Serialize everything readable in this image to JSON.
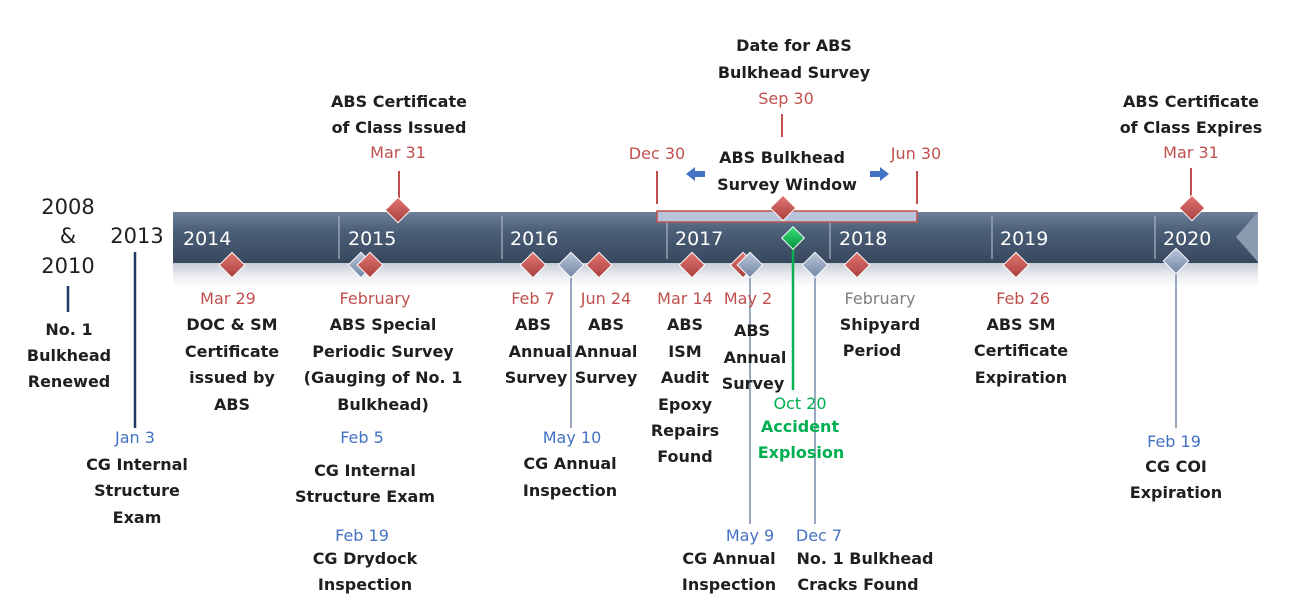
{
  "colors": {
    "abs": "#c0504d",
    "cg": "#4472c4",
    "accident": "#00b050",
    "gray": "#7f7f7f",
    "dark": "#1f1f1f",
    "band": "#4a5e78",
    "arrow": "#4472c4",
    "navy": "#1f3864"
  },
  "left_years": {
    "line1": "2008",
    "line2": "&",
    "line3": "2010",
    "y2013": "2013"
  },
  "years": [
    "2014",
    "2015",
    "2016",
    "2017",
    "2018",
    "2019",
    "2020"
  ],
  "window": {
    "title_line1": "Date for ABS",
    "title_line2": "Bulkhead Survey",
    "date": "Sep 30",
    "start": "Dec 30",
    "end": "Jun 30",
    "label_line1": "ABS Bulkhead",
    "label_line2": "Survey Window"
  },
  "above_events": [
    {
      "date": "Mar 31",
      "lines": [
        "ABS Certificate",
        "of Class Issued"
      ]
    },
    {
      "date": "Mar 31",
      "lines": [
        "ABS Certificate",
        "of Class Expires"
      ]
    }
  ],
  "left_event": {
    "lines": [
      "No. 1",
      "Bulkhead",
      "Renewed"
    ]
  },
  "below_events": [
    {
      "date": "Mar 29",
      "dateColor": "abs",
      "lines": [
        "DOC & SM",
        "Certificate",
        "issued by",
        "ABS"
      ]
    },
    {
      "date": "February",
      "dateColor": "abs",
      "lines": [
        "ABS Special",
        "Periodic Survey",
        "(Gauging of No. 1",
        "Bulkhead)"
      ]
    },
    {
      "date": "Feb 7",
      "dateColor": "abs",
      "lines": [
        "ABS",
        "Annual",
        "Survey"
      ]
    },
    {
      "date": "Jun 24",
      "dateColor": "abs",
      "lines": [
        "ABS",
        "Annual",
        "Survey"
      ]
    },
    {
      "date": "Mar 14",
      "dateColor": "abs",
      "lines": [
        "ABS",
        "ISM",
        "Audit",
        "Epoxy",
        "Repairs",
        "Found"
      ]
    },
    {
      "date": "May 2",
      "dateColor": "abs",
      "lines": [
        "ABS",
        "Annual",
        "Survey"
      ]
    },
    {
      "date": "February",
      "dateColor": "gray",
      "lines": [
        "Shipyard",
        "Period"
      ]
    },
    {
      "date": "Feb 26",
      "dateColor": "abs",
      "lines": [
        "ABS SM",
        "Certificate",
        "Expiration"
      ]
    }
  ],
  "cg_events": [
    {
      "date": "Jan 3",
      "lines": [
        "CG Internal",
        "Structure",
        "Exam"
      ]
    },
    {
      "date": "Feb 5",
      "lines": [
        "CG Internal",
        "Structure Exam"
      ]
    },
    {
      "date": "Feb 19",
      "lines": [
        "CG Drydock",
        "Inspection"
      ]
    },
    {
      "date": "May 10",
      "lines": [
        "CG Annual",
        "Inspection"
      ]
    },
    {
      "date": "May 9",
      "lines": [
        "CG Annual",
        "Inspection"
      ]
    },
    {
      "date": "Dec 7",
      "lines": [
        "No. 1 Bulkhead",
        "Cracks Found"
      ]
    },
    {
      "date": "Feb 19",
      "lines": [
        "CG COI",
        "Expiration"
      ]
    }
  ],
  "accident": {
    "date": "Oct 20",
    "line1": "Accident",
    "line2": "Explosion"
  }
}
